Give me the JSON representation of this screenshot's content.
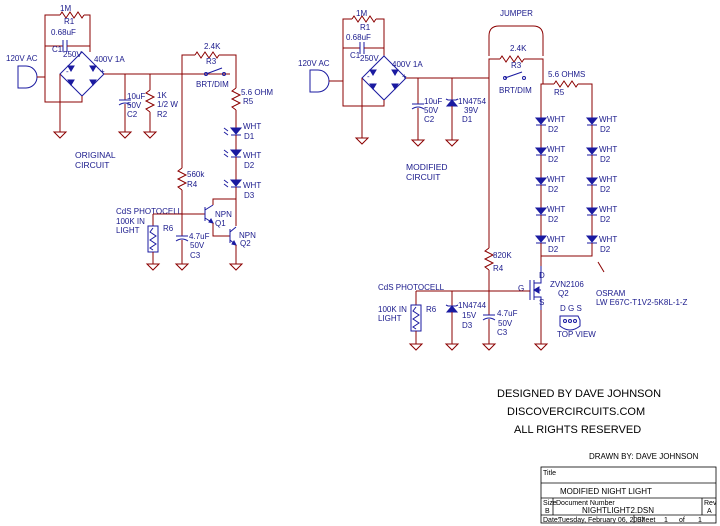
{
  "orig": {
    "ac": "120V AC",
    "r1_val": "1M",
    "r1": "R1",
    "c1_val": "0.68uF",
    "c1": "C1",
    "c1_v": "250V",
    "bridge": "400V 1A",
    "r3_val": "2.4K",
    "r3": "R3",
    "c2_val": "10uF",
    "c2_v": "50V",
    "c2": "C2",
    "r2_val": "1K",
    "r2_w": "1/2 W",
    "r2": "R2",
    "brt": "BRT/DIM",
    "r5_val": "5.6 OHM",
    "r5": "R5",
    "led": "WHT",
    "d1": "D1",
    "d2": "D2",
    "d3": "D3",
    "title1": "ORIGINAL",
    "title2": "CIRCUIT",
    "r4_val": "560k",
    "r4": "R4",
    "q1_type": "NPN",
    "q1": "Q1",
    "q2_type": "NPN",
    "q2": "Q2",
    "cds": "CdS PHOTOCELL",
    "cds_light1": "100K IN",
    "cds_light2": "LIGHT",
    "r6": "R6",
    "c3_val": "4.7uF",
    "c3_v": "50V",
    "c3": "C3"
  },
  "mod": {
    "jumper": "JUMPER",
    "ac": "120V AC",
    "r1_val": "1M",
    "r1": "R1",
    "c1_val": "0.68uF",
    "c1": "C1",
    "c1_v": "250V",
    "bridge": "400V 1A",
    "r3_val": "2.4K",
    "r3": "R3",
    "r5_val": "5.6 OHMS",
    "r5": "R5",
    "brt": "BRT/DIM",
    "c2_val": "10uF",
    "c2_v": "50V",
    "c2": "C2",
    "d1_type": "1N4754",
    "d1_v": "39V",
    "d1": "D1",
    "led": "WHT",
    "d2": "D2",
    "title1": "MODIFIED",
    "title2": "CIRCUIT",
    "r4_val": "820K",
    "r4": "R4",
    "q2_type": "ZVN2106",
    "q2": "Q2",
    "pin_d": "D",
    "pin_g": "G",
    "pin_s": "S",
    "osram1": "OSRAM",
    "osram2": "LW E67C-T1V2-5K8L-1-Z",
    "cds": "CdS PHOTOCELL",
    "cds_light1": "100K IN",
    "cds_light2": "LIGHT",
    "r6": "R6",
    "d3_type": "1N4744",
    "d3_v": "15V",
    "d3": "D3",
    "c3_val": "4.7uF",
    "c3_v": "50V",
    "c3": "C3",
    "dgs": "D G S",
    "top_view": "TOP VIEW"
  },
  "credits": {
    "line1": "DESIGNED BY DAVE JOHNSON",
    "line2": "DISCOVERCIRCUITS.COM",
    "line3": "ALL RIGHTS RESERVED",
    "drawn_by": "DRAWN BY: DAVE JOHNSON"
  },
  "titleblock": {
    "title_label": "Title",
    "title": "MODIFIED NIGHT LIGHT",
    "size_label": "Size",
    "size": "B",
    "docnum_label": "Document Number",
    "docnum": "NIGHTLIGHT2.DSN",
    "rev_label": "Rev",
    "rev": "A",
    "date_label": "Date:",
    "date": "Tuesday, February 06, 2007",
    "sheet_label": "Sheet",
    "sheet": "1",
    "of_label": "of",
    "sheet_total": "1"
  }
}
